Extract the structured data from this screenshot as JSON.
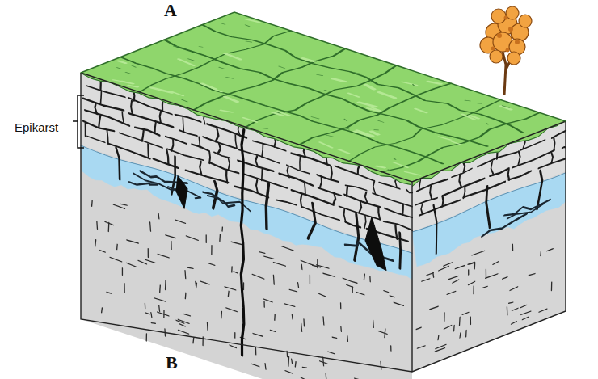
{
  "diagram": {
    "labels": [
      "A",
      "Epikarst",
      "B"
    ]
  }
}
